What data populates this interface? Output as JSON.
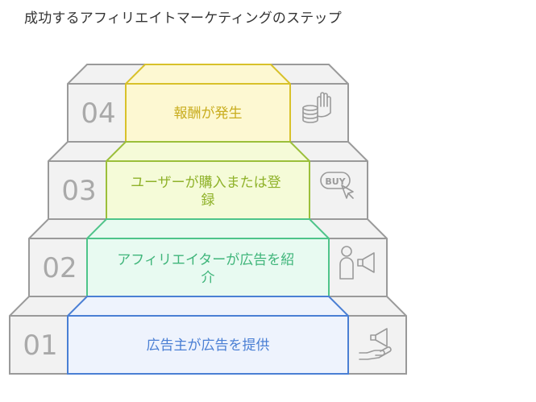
{
  "title": "成功するアフィリエイトマーケティングのステップ",
  "steps": [
    {
      "number": "04",
      "label_lines": [
        "報酬が発生"
      ],
      "accent": "#d8c12a",
      "fill": "#fdf8d2",
      "text_color": "#c9ad1f",
      "icon": "hand-coins-icon"
    },
    {
      "number": "03",
      "label_lines": [
        "ユーザーが購入または登",
        "録"
      ],
      "accent": "#9bbf3a",
      "fill": "#f5fbd8",
      "text_color": "#8fb22a",
      "icon": "buy-cursor-icon"
    },
    {
      "number": "02",
      "label_lines": [
        "アフィリエイターが広告を紹",
        "介"
      ],
      "accent": "#4ec48a",
      "fill": "#e8faf1",
      "text_color": "#3fb57a",
      "icon": "person-megaphone-icon"
    },
    {
      "number": "01",
      "label_lines": [
        "広告主が広告を提供"
      ],
      "accent": "#4a7fd4",
      "fill": "#eef3fd",
      "text_color": "#4a7fd4",
      "icon": "hand-megaphone-icon"
    }
  ]
}
